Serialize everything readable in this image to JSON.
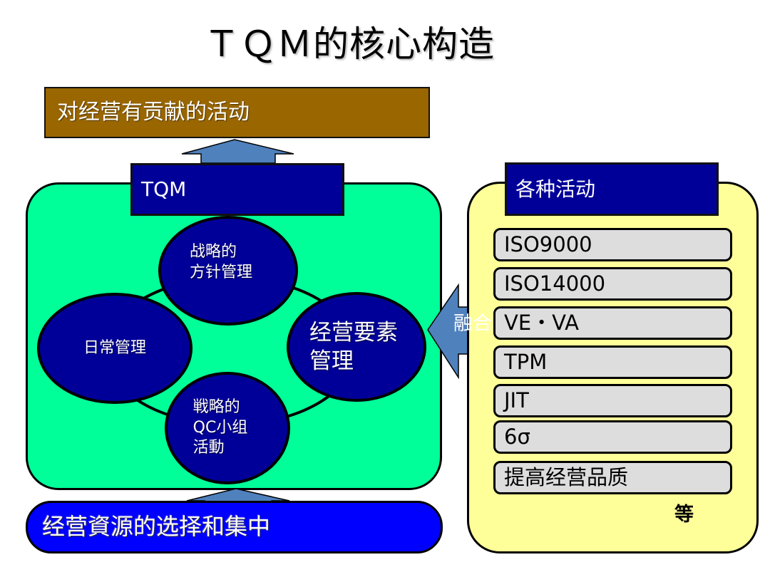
{
  "title": "ＴＱＭ的核心构造",
  "top_goal": {
    "label": "对经营有贡献的活动",
    "color": "#996600"
  },
  "tqm_section": {
    "header": "TQM",
    "panel_color": "#00ff99",
    "header_color": "#000099",
    "elements": [
      {
        "id": "strategic-policy",
        "label": "战略的\n方针管理"
      },
      {
        "id": "daily-management",
        "label": "日常管理"
      },
      {
        "id": "management-elements",
        "label": "经营要素\n管理"
      },
      {
        "id": "strategic-qc",
        "label": "戦略的\nQC小组\n活動"
      }
    ]
  },
  "foundation": {
    "label": "经营資源的选择和集中",
    "color": "#0000ff"
  },
  "activities_section": {
    "header": "各种活动",
    "panel_color": "#ffff99",
    "items": [
      "ISO9000",
      "ISO14000",
      "VE・VA",
      "TPM",
      "JIT",
      "6σ",
      "提高经营品质"
    ],
    "footer": "等"
  },
  "connectors": {
    "fusion_label": "融合",
    "arrow_color": "#4f81bd",
    "arrow_icons": [
      "arrow-up-icon",
      "arrow-up-icon",
      "arrow-left-icon"
    ]
  }
}
